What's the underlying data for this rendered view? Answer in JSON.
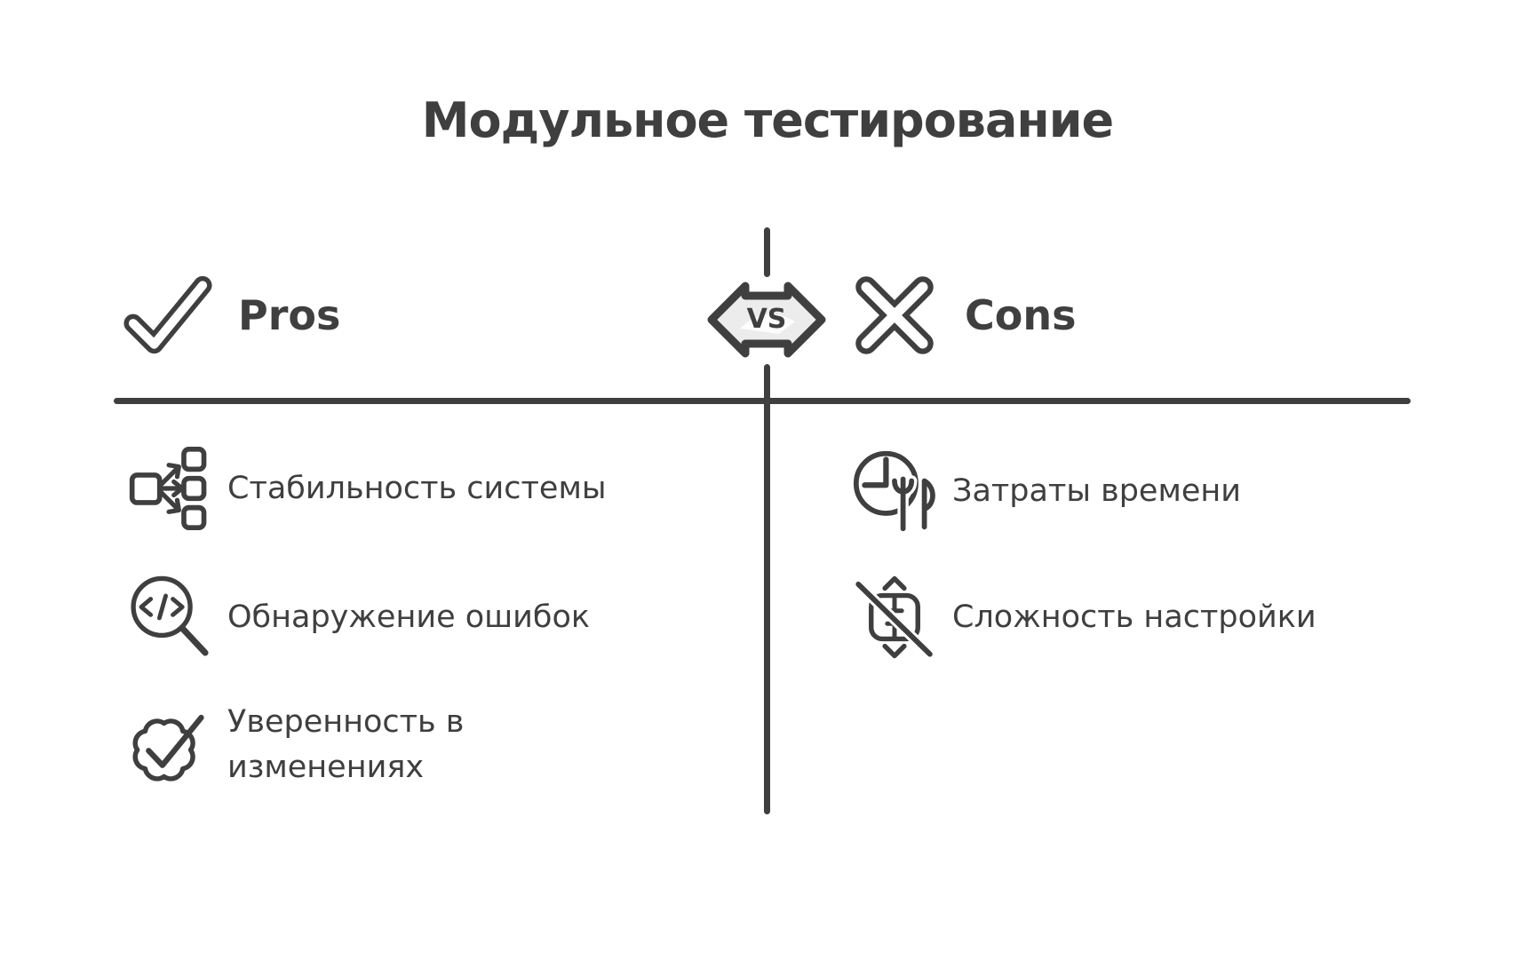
{
  "title": "Модульное тестирование",
  "colors": {
    "ink": "#3f3f3f",
    "badge_fill": "#ececec",
    "background": "#ffffff"
  },
  "divider": {
    "vs_label": "VS"
  },
  "pros": {
    "heading": "Pros",
    "icon": "check-icon",
    "items": [
      {
        "icon": "module-distribution-icon",
        "label": "Стабильность системы"
      },
      {
        "icon": "code-search-icon",
        "label": "Обнаружение ошибок"
      },
      {
        "icon": "verified-gear-icon",
        "label": "Уверенность в изменениях"
      }
    ]
  },
  "cons": {
    "heading": "Cons",
    "icon": "cross-icon",
    "items": [
      {
        "icon": "time-cost-icon",
        "label": "Затраты времени"
      },
      {
        "icon": "setup-complexity-icon",
        "label": "Сложность настройки"
      }
    ]
  }
}
